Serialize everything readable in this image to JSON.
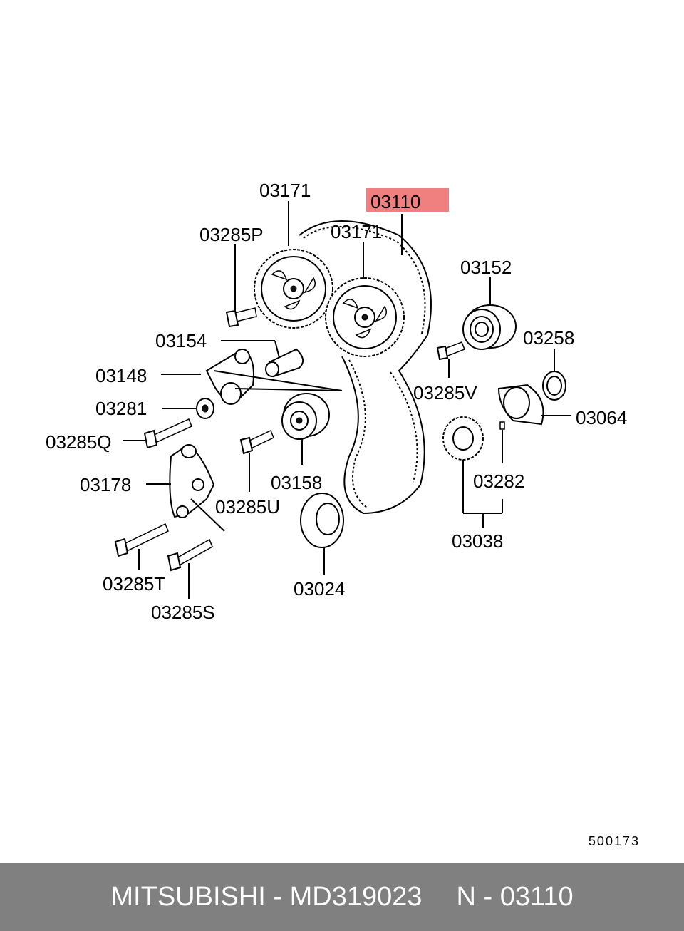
{
  "highlighted_part": "03110",
  "colors": {
    "highlight": "#f08080",
    "footer_bg": "#808080",
    "footer_text": "#ffffff"
  },
  "labels": {
    "p03171_a": "03171",
    "p03110": "03110",
    "p03171_b": "03171",
    "p03285P": "03285P",
    "p03152": "03152",
    "p03154": "03154",
    "p03258": "03258",
    "p03148": "03148",
    "p03285V": "03285V",
    "p03064": "03064",
    "p03281": "03281",
    "p03285Q": "03285Q",
    "p03178": "03178",
    "p03158": "03158",
    "p03282": "03282",
    "p03285U": "03285U",
    "p03038": "03038",
    "p03285T": "03285T",
    "p03024": "03024",
    "p03285S": "03285S"
  },
  "diagram_code": "500173",
  "footer": {
    "brand_part": "MITSUBISHI - MD319023",
    "ref": "N - 03110"
  }
}
